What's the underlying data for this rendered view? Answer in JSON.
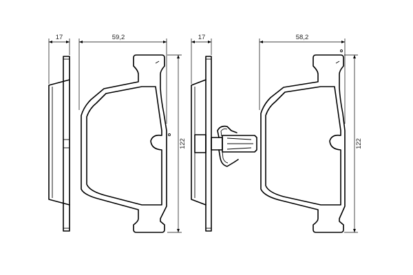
{
  "dimensions": {
    "left_pad_thickness": "17",
    "left_pad_width": "59,2",
    "left_pad_height": "122",
    "right_pad_thickness": "17",
    "right_pad_width": "58,2",
    "right_pad_height": "122"
  }
}
